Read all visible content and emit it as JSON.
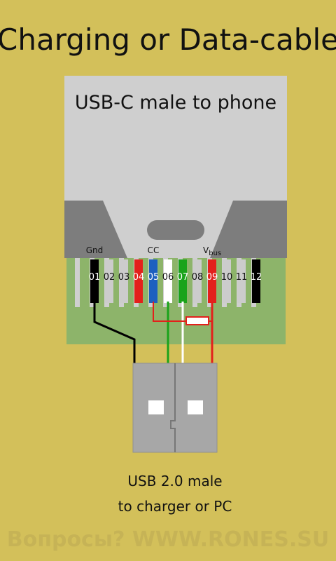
{
  "title": "Charging or Data-cable",
  "usbc_label": "USB-C male to phone",
  "signals": {
    "gnd": "Gnd",
    "cc": "CC",
    "vbus_main": "V",
    "vbus_sub": "bus"
  },
  "pins": [
    "01",
    "02",
    "03",
    "04",
    "05",
    "06",
    "07",
    "08",
    "09",
    "10",
    "11",
    "12"
  ],
  "pin_colors": [
    "#000000",
    "#cccccc",
    "#cccccc",
    "#e3201b",
    "#1d5fbf",
    "#ffffff",
    "#1aa31a",
    "#cccccc",
    "#e3201b",
    "#cccccc",
    "#cccccc",
    "#000000"
  ],
  "usb_label_line1": "USB 2.0 male",
  "usb_label_line2": "to charger or PC",
  "watermark": "Вопросы? WWW.RONES.SU",
  "colors": {
    "background": "#d3c05a",
    "board": "#8db46a",
    "connector": "#cfcfcf",
    "wire_gnd": "#000000",
    "wire_vbus": "#e3201b",
    "wire_data_plus": "#ffffff",
    "wire_data_minus": "#1aa31a"
  }
}
